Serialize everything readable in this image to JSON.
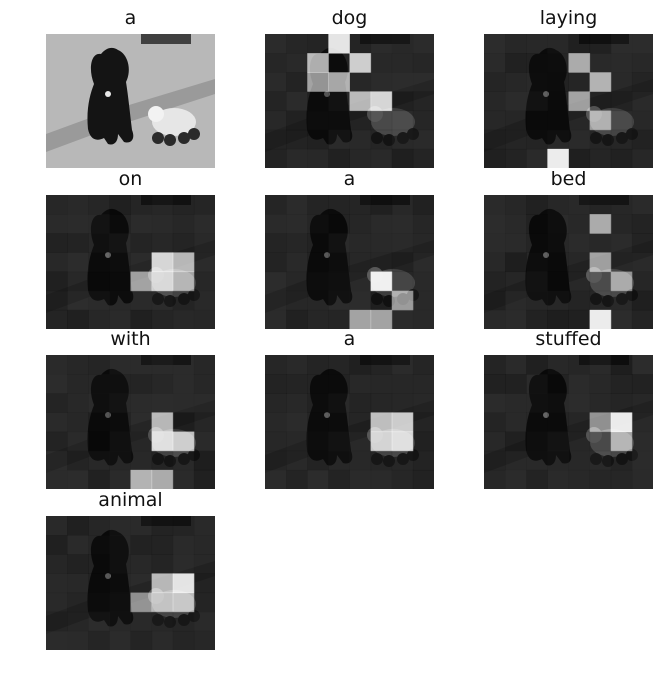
{
  "panels": [
    {
      "word": "a"
    },
    {
      "word": "dog"
    },
    {
      "word": "laying"
    },
    {
      "word": "on"
    },
    {
      "word": "a"
    },
    {
      "word": "bed"
    },
    {
      "word": "with"
    },
    {
      "word": "a"
    },
    {
      "word": "stuffed"
    },
    {
      "word": "animal"
    }
  ]
}
